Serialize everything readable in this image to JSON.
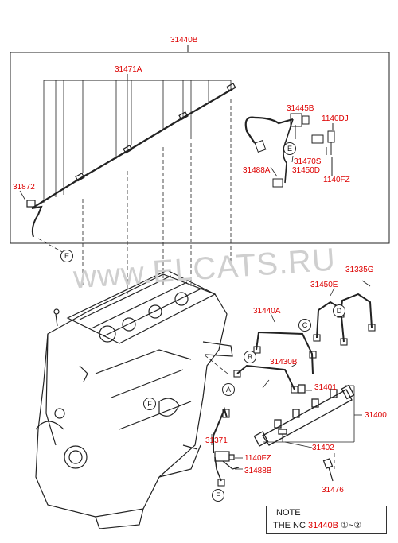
{
  "watermark": "www.ELCATS.RU",
  "labels": {
    "p31440B": "31440B",
    "p31471A": "31471A",
    "p31445B": "31445B",
    "p1140DJ": "1140DJ",
    "p31470S": "31470S",
    "p31450D": "31450D",
    "p31488A": "31488A",
    "p1140FZ_top": "1140FZ",
    "p31872": "31872",
    "p31335G": "31335G",
    "p31450E": "31450E",
    "p31440A": "31440A",
    "p31430B": "31430B",
    "p31401": "31401",
    "p31400": "31400",
    "p31371": "31371",
    "p31402": "31402",
    "p1140FZ_bot": "1140FZ",
    "p31488B": "31488B",
    "p31476": "31476"
  },
  "callouts": {
    "e_top": "E",
    "e_left": "E",
    "d": "D",
    "c": "C",
    "b": "B",
    "a": "A",
    "f_engine": "F",
    "f_bottom": "F"
  },
  "note": {
    "title": "NOTE",
    "prefix": "THE NC",
    "ref": "31440B",
    "range": "①~②"
  },
  "colors": {
    "label": "#dd0000",
    "line": "#222222"
  }
}
